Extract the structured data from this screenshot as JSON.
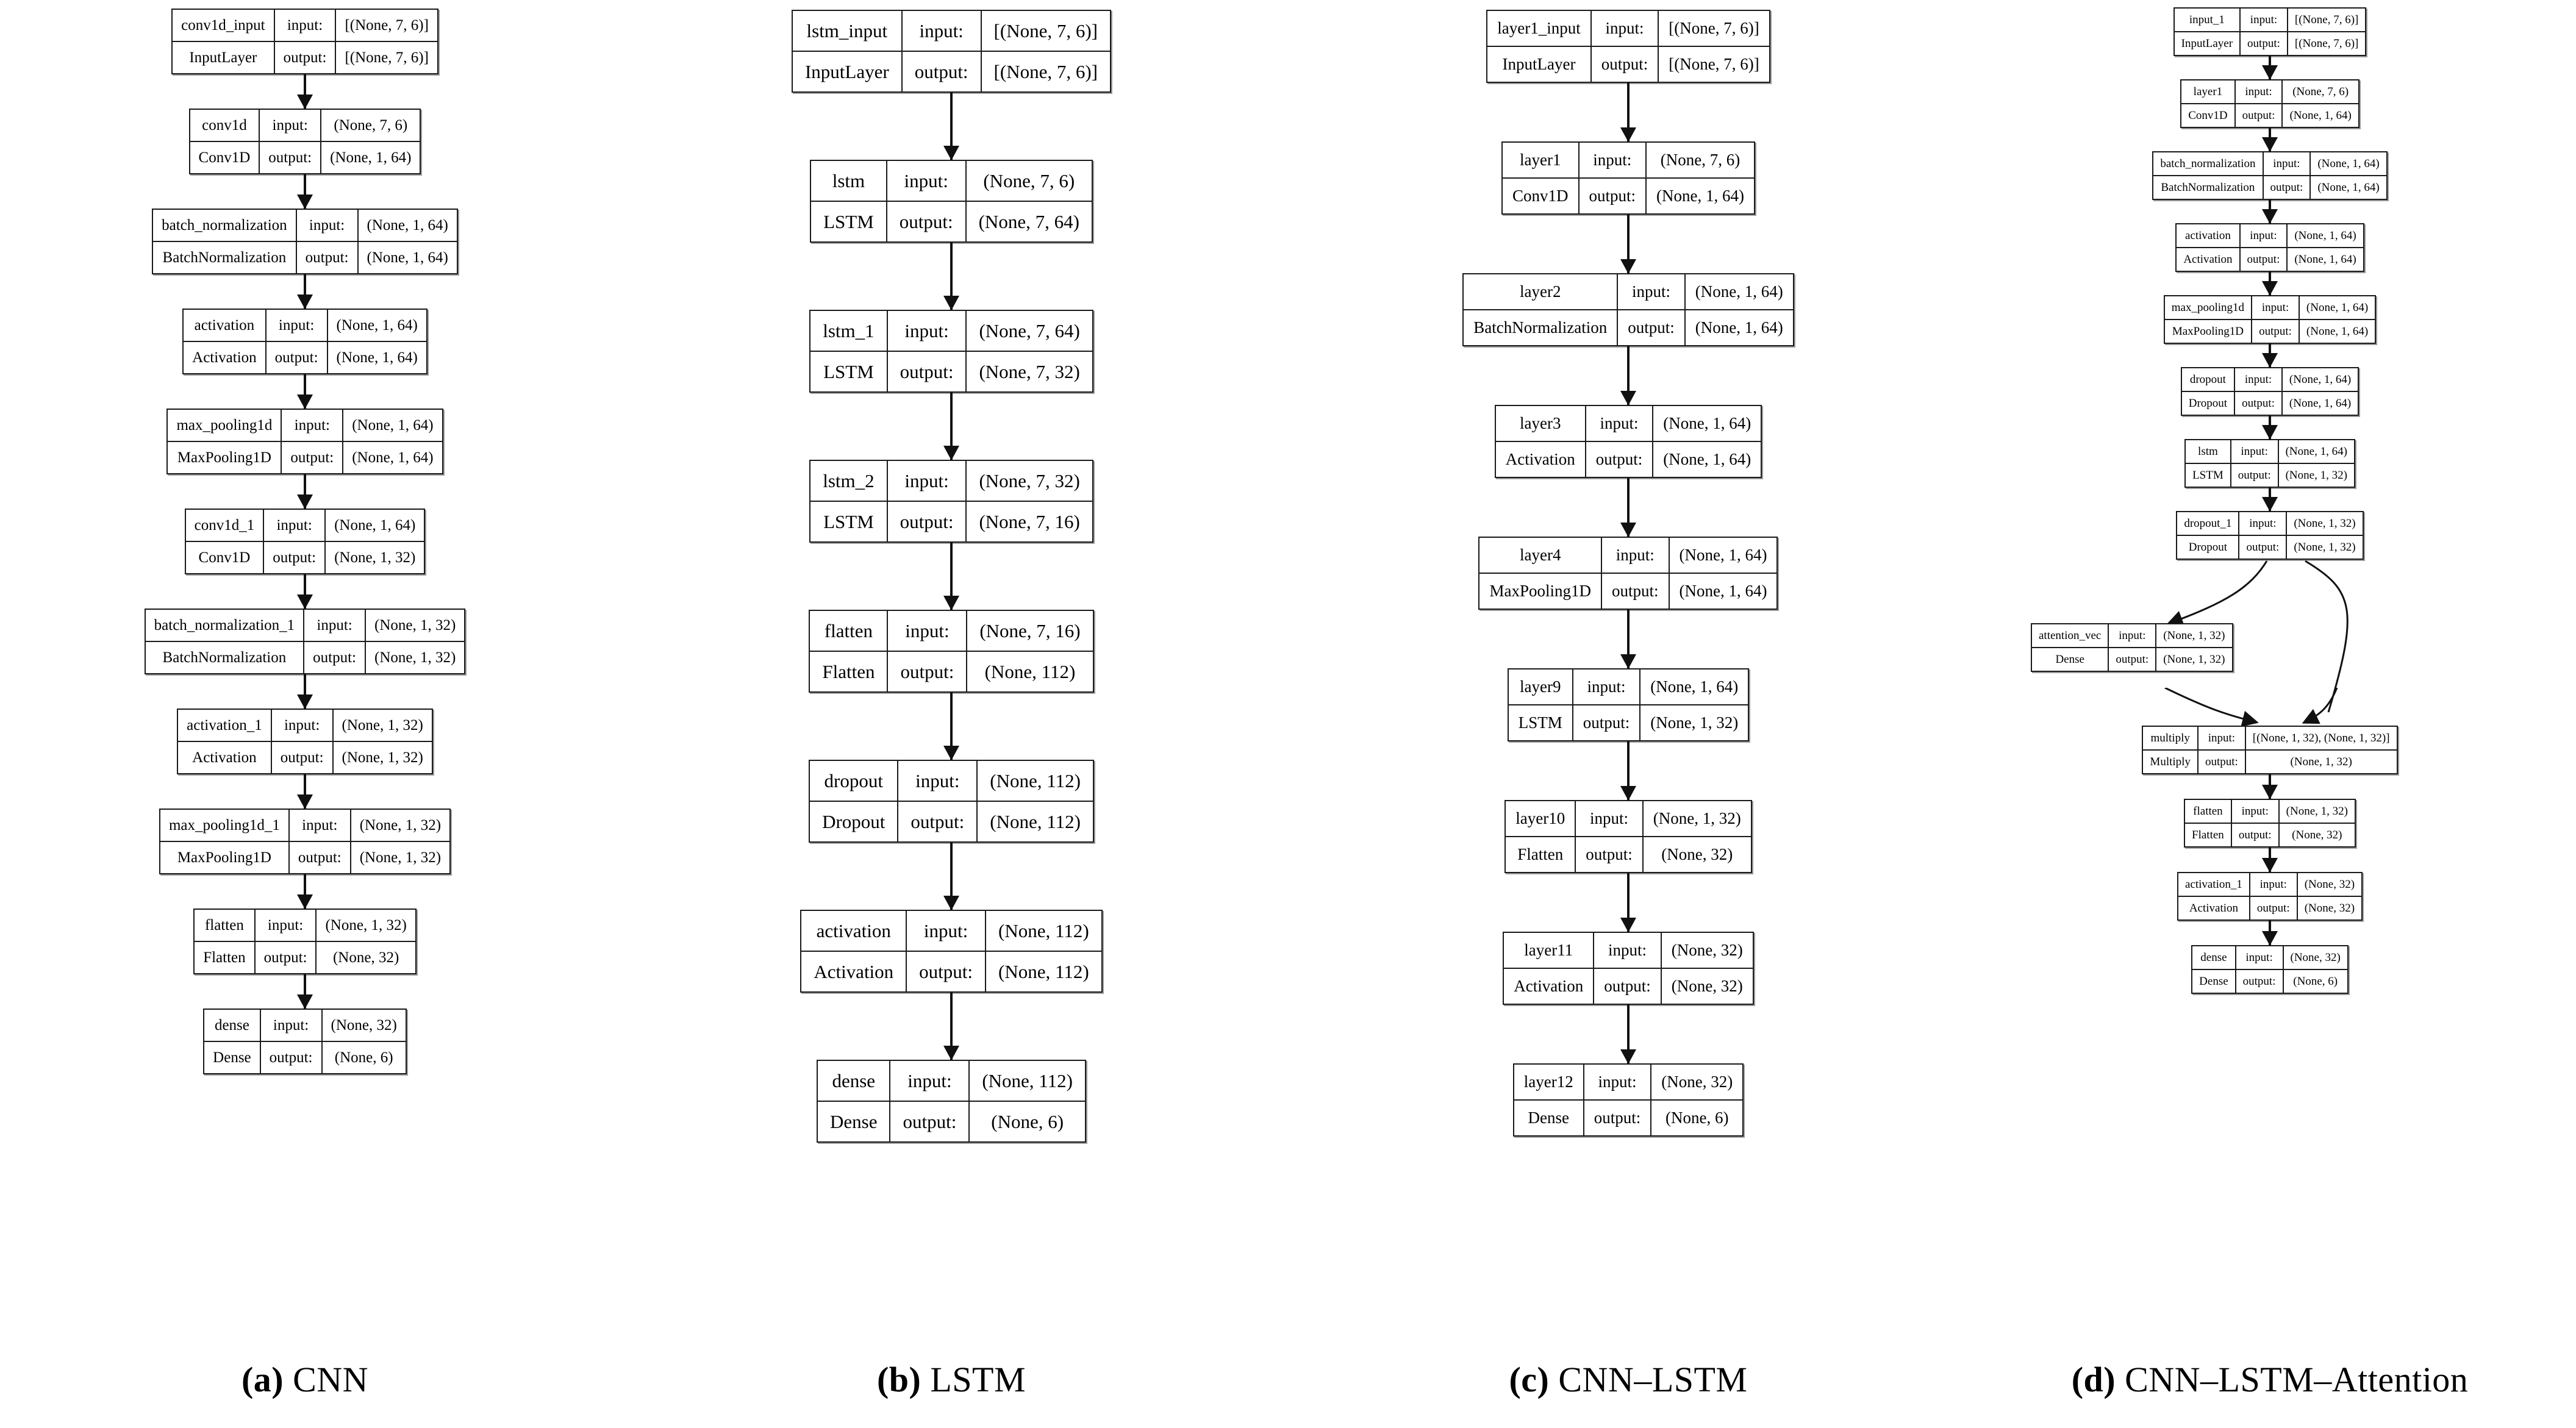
{
  "figure": {
    "type": "neural-network-architecture-diagrams",
    "panel_count": 4,
    "column_headers": [
      "input:",
      "output:"
    ]
  },
  "labels": {
    "input": "input:",
    "output": "output:"
  },
  "panels": [
    {
      "id": "a",
      "tag": "(a)",
      "caption_text": "CNN",
      "caption_full": "(a) CNN",
      "nodes": [
        {
          "name": "conv1d_input",
          "type": "InputLayer",
          "input": "[(None, 7, 6)]",
          "output": "[(None, 7, 6)]"
        },
        {
          "name": "conv1d",
          "type": "Conv1D",
          "input": "(None, 7, 6)",
          "output": "(None, 1, 64)"
        },
        {
          "name": "batch_normalization",
          "type": "BatchNormalization",
          "input": "(None, 1, 64)",
          "output": "(None, 1, 64)"
        },
        {
          "name": "activation",
          "type": "Activation",
          "input": "(None, 1, 64)",
          "output": "(None, 1, 64)"
        },
        {
          "name": "max_pooling1d",
          "type": "MaxPooling1D",
          "input": "(None, 1, 64)",
          "output": "(None, 1, 64)"
        },
        {
          "name": "conv1d_1",
          "type": "Conv1D",
          "input": "(None, 1, 64)",
          "output": "(None, 1, 32)"
        },
        {
          "name": "batch_normalization_1",
          "type": "BatchNormalization",
          "input": "(None, 1, 32)",
          "output": "(None, 1, 32)"
        },
        {
          "name": "activation_1",
          "type": "Activation",
          "input": "(None, 1, 32)",
          "output": "(None, 1, 32)"
        },
        {
          "name": "max_pooling1d_1",
          "type": "MaxPooling1D",
          "input": "(None, 1, 32)",
          "output": "(None, 1, 32)"
        },
        {
          "name": "flatten",
          "type": "Flatten",
          "input": "(None, 1, 32)",
          "output": "(None, 32)"
        },
        {
          "name": "dense",
          "type": "Dense",
          "input": "(None, 32)",
          "output": "(None, 6)"
        }
      ]
    },
    {
      "id": "b",
      "tag": "(b)",
      "caption_text": "LSTM",
      "caption_full": "(b) LSTM",
      "nodes": [
        {
          "name": "lstm_input",
          "type": "InputLayer",
          "input": "[(None, 7, 6)]",
          "output": "[(None, 7, 6)]"
        },
        {
          "name": "lstm",
          "type": "LSTM",
          "input": "(None, 7, 6)",
          "output": "(None, 7, 64)"
        },
        {
          "name": "lstm_1",
          "type": "LSTM",
          "input": "(None, 7, 64)",
          "output": "(None, 7, 32)"
        },
        {
          "name": "lstm_2",
          "type": "LSTM",
          "input": "(None, 7, 32)",
          "output": "(None, 7, 16)"
        },
        {
          "name": "flatten",
          "type": "Flatten",
          "input": "(None, 7, 16)",
          "output": "(None, 112)"
        },
        {
          "name": "dropout",
          "type": "Dropout",
          "input": "(None, 112)",
          "output": "(None, 112)"
        },
        {
          "name": "activation",
          "type": "Activation",
          "input": "(None, 112)",
          "output": "(None, 112)"
        },
        {
          "name": "dense",
          "type": "Dense",
          "input": "(None, 112)",
          "output": "(None, 6)"
        }
      ]
    },
    {
      "id": "c",
      "tag": "(c)",
      "caption_text": "CNN–LSTM",
      "caption_full": "(c) CNN–LSTM",
      "nodes": [
        {
          "name": "layer1_input",
          "type": "InputLayer",
          "input": "[(None, 7, 6)]",
          "output": "[(None, 7, 6)]"
        },
        {
          "name": "layer1",
          "type": "Conv1D",
          "input": "(None, 7, 6)",
          "output": "(None, 1, 64)"
        },
        {
          "name": "layer2",
          "type": "BatchNormalization",
          "input": "(None, 1, 64)",
          "output": "(None, 1, 64)"
        },
        {
          "name": "layer3",
          "type": "Activation",
          "input": "(None, 1, 64)",
          "output": "(None, 1, 64)"
        },
        {
          "name": "layer4",
          "type": "MaxPooling1D",
          "input": "(None, 1, 64)",
          "output": "(None, 1, 64)"
        },
        {
          "name": "layer9",
          "type": "LSTM",
          "input": "(None, 1, 64)",
          "output": "(None, 1, 32)"
        },
        {
          "name": "layer10",
          "type": "Flatten",
          "input": "(None, 1, 32)",
          "output": "(None, 32)"
        },
        {
          "name": "layer11",
          "type": "Activation",
          "input": "(None, 32)",
          "output": "(None, 32)"
        },
        {
          "name": "layer12",
          "type": "Dense",
          "input": "(None, 32)",
          "output": "(None, 6)"
        }
      ]
    },
    {
      "id": "d",
      "tag": "(d)",
      "caption_text": "CNN–LSTM–Attention",
      "caption_full": "(d) CNN–LSTM–Attention",
      "nodes": [
        {
          "name": "input_1",
          "type": "InputLayer",
          "input": "[(None, 7, 6)]",
          "output": "[(None, 7, 6)]"
        },
        {
          "name": "layer1",
          "type": "Conv1D",
          "input": "(None, 7, 6)",
          "output": "(None, 1, 64)"
        },
        {
          "name": "batch_normalization",
          "type": "BatchNormalization",
          "input": "(None, 1, 64)",
          "output": "(None, 1, 64)"
        },
        {
          "name": "activation",
          "type": "Activation",
          "input": "(None, 1, 64)",
          "output": "(None, 1, 64)"
        },
        {
          "name": "max_pooling1d",
          "type": "MaxPooling1D",
          "input": "(None, 1, 64)",
          "output": "(None, 1, 64)"
        },
        {
          "name": "dropout",
          "type": "Dropout",
          "input": "(None, 1, 64)",
          "output": "(None, 1, 64)"
        },
        {
          "name": "lstm",
          "type": "LSTM",
          "input": "(None, 1, 64)",
          "output": "(None, 1, 32)"
        },
        {
          "name": "dropout_1",
          "type": "Dropout",
          "input": "(None, 1, 32)",
          "output": "(None, 1, 32)"
        },
        {
          "name": "attention_vec",
          "type": "Dense",
          "input": "(None, 1, 32)",
          "output": "(None, 1, 32)"
        },
        {
          "name": "multiply",
          "type": "Multiply",
          "input": "[(None, 1, 32), (None, 1, 32)]",
          "output": "(None, 1, 32)"
        },
        {
          "name": "flatten",
          "type": "Flatten",
          "input": "(None, 1, 32)",
          "output": "(None, 32)"
        },
        {
          "name": "activation_1",
          "type": "Activation",
          "input": "(None, 32)",
          "output": "(None, 32)"
        },
        {
          "name": "dense",
          "type": "Dense",
          "input": "(None, 32)",
          "output": "(None, 6)"
        }
      ]
    }
  ]
}
